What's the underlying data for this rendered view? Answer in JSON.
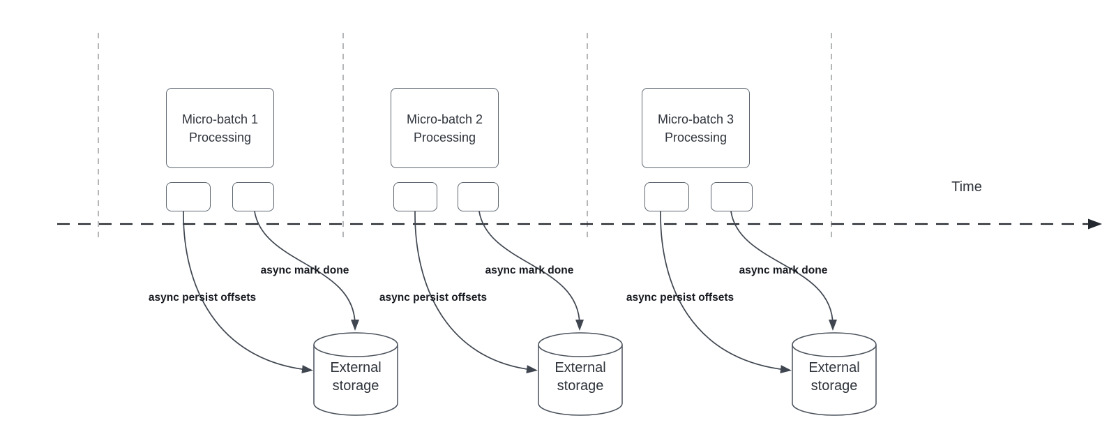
{
  "diagram": {
    "time_label": "Time",
    "batches": [
      {
        "process_label": "Micro-batch 1\nProcessing",
        "persist_label": "async persist offsets",
        "done_label": "async mark done",
        "storage_label": "External\nstorage"
      },
      {
        "process_label": "Micro-batch 2\nProcessing",
        "persist_label": "async persist offsets",
        "done_label": "async mark done",
        "storage_label": "External\nstorage"
      },
      {
        "process_label": "Micro-batch 3\nProcessing",
        "persist_label": "async persist offsets",
        "done_label": "async mark done",
        "storage_label": "External\nstorage"
      }
    ]
  },
  "colors": {
    "background": "#ffffff",
    "timeline": "#23272e",
    "guide_line": "#b4b6b8",
    "curve": "#3f4650",
    "box_border": "#5c656e",
    "cylinder_border": "#4a515b",
    "text": "#2f343c",
    "edge_label_text": "#16191f"
  }
}
